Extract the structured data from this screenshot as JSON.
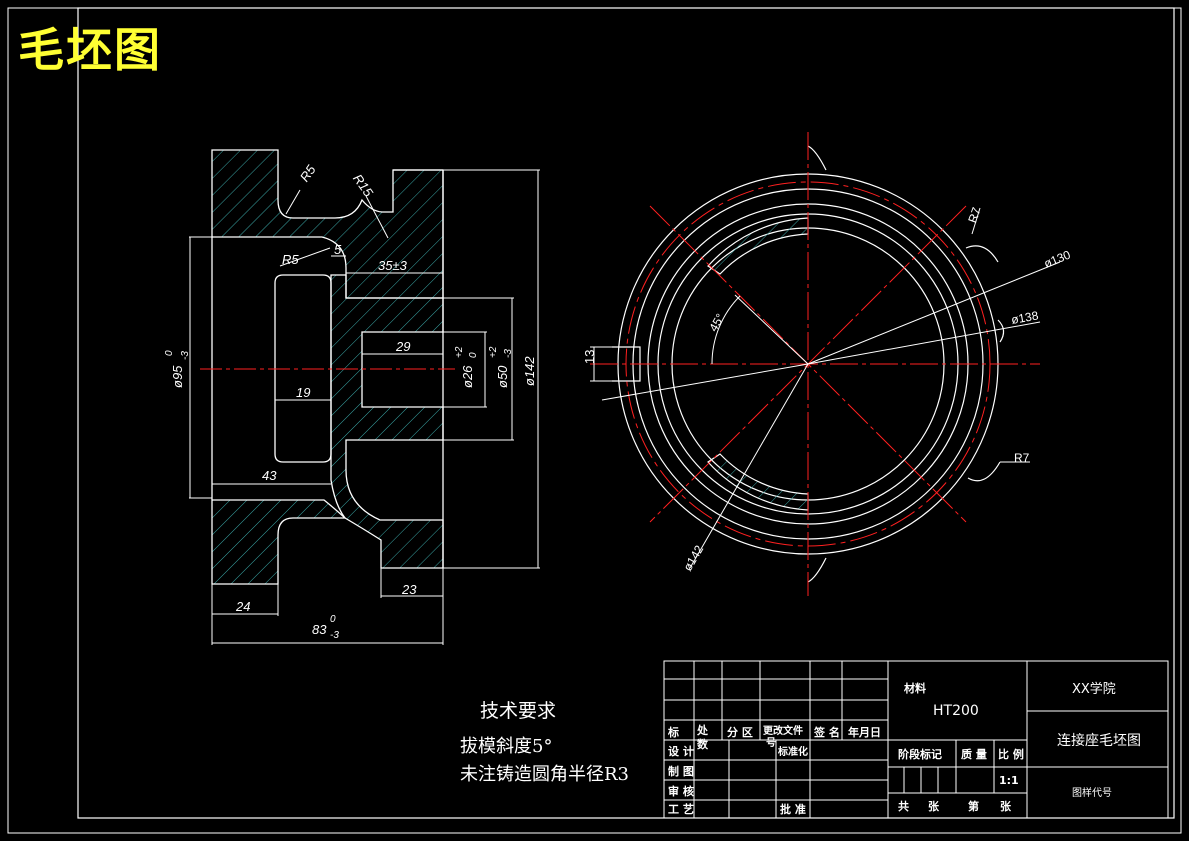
{
  "sheet_title": "毛坯图",
  "colors": {
    "background": "#000000",
    "line": "#ffffff",
    "hatch": "#3aa7a7",
    "center": "#ff2020",
    "title": "#ffff33"
  },
  "tech_requirements": {
    "heading": "技术要求",
    "line1": "拔模斜度5°",
    "line2": "未注铸造圆角半径R3"
  },
  "section_view": {
    "dims": {
      "r5_top": "R5",
      "r15": "R15",
      "r5_left": "R5",
      "five": "5",
      "d35": "35±3",
      "d29": "29",
      "d19": "19",
      "d43": "43",
      "d24": "24",
      "d23": "23",
      "d83": "83",
      "d83_tol": "0",
      "d83_tol2": "-3",
      "dia95": "ø95",
      "dia95_tol": "0",
      "dia95_tol2": "-3",
      "dia26": "ø26",
      "dia26_tol": "+2",
      "dia26_tol2": "0",
      "dia50": "ø50",
      "dia50_tol": "+2",
      "dia50_tol2": "-3",
      "dia142": "ø142"
    }
  },
  "front_view": {
    "dims": {
      "r7_top": "R7",
      "r7_bottom": "R7",
      "dia130": "ø130",
      "dia138": "ø138",
      "dia142": "ø142",
      "angle45": "45°",
      "d13": "13"
    }
  },
  "title_block": {
    "material_label": "材料",
    "material": "HT200",
    "school": "XX学院",
    "part_name": "连接座毛坯图",
    "stage_mark": "阶段标记",
    "weight": "质 量",
    "scale_label": "比 例",
    "scale": "1:1",
    "total": "共",
    "sheets": "张",
    "sheet_no": "第",
    "sheets2": "张",
    "drawing_no": "图样代号",
    "mark": "标",
    "place": "处",
    "count": "数",
    "zone": "分 区",
    "change_doc": "更改文件",
    "change_doc2": "号",
    "sign": "签 名",
    "date": "年月日",
    "design": "设 计",
    "standard": "标准化",
    "draw": "制 图",
    "review": "审 核",
    "process": "工 艺",
    "approve": "批 准"
  }
}
